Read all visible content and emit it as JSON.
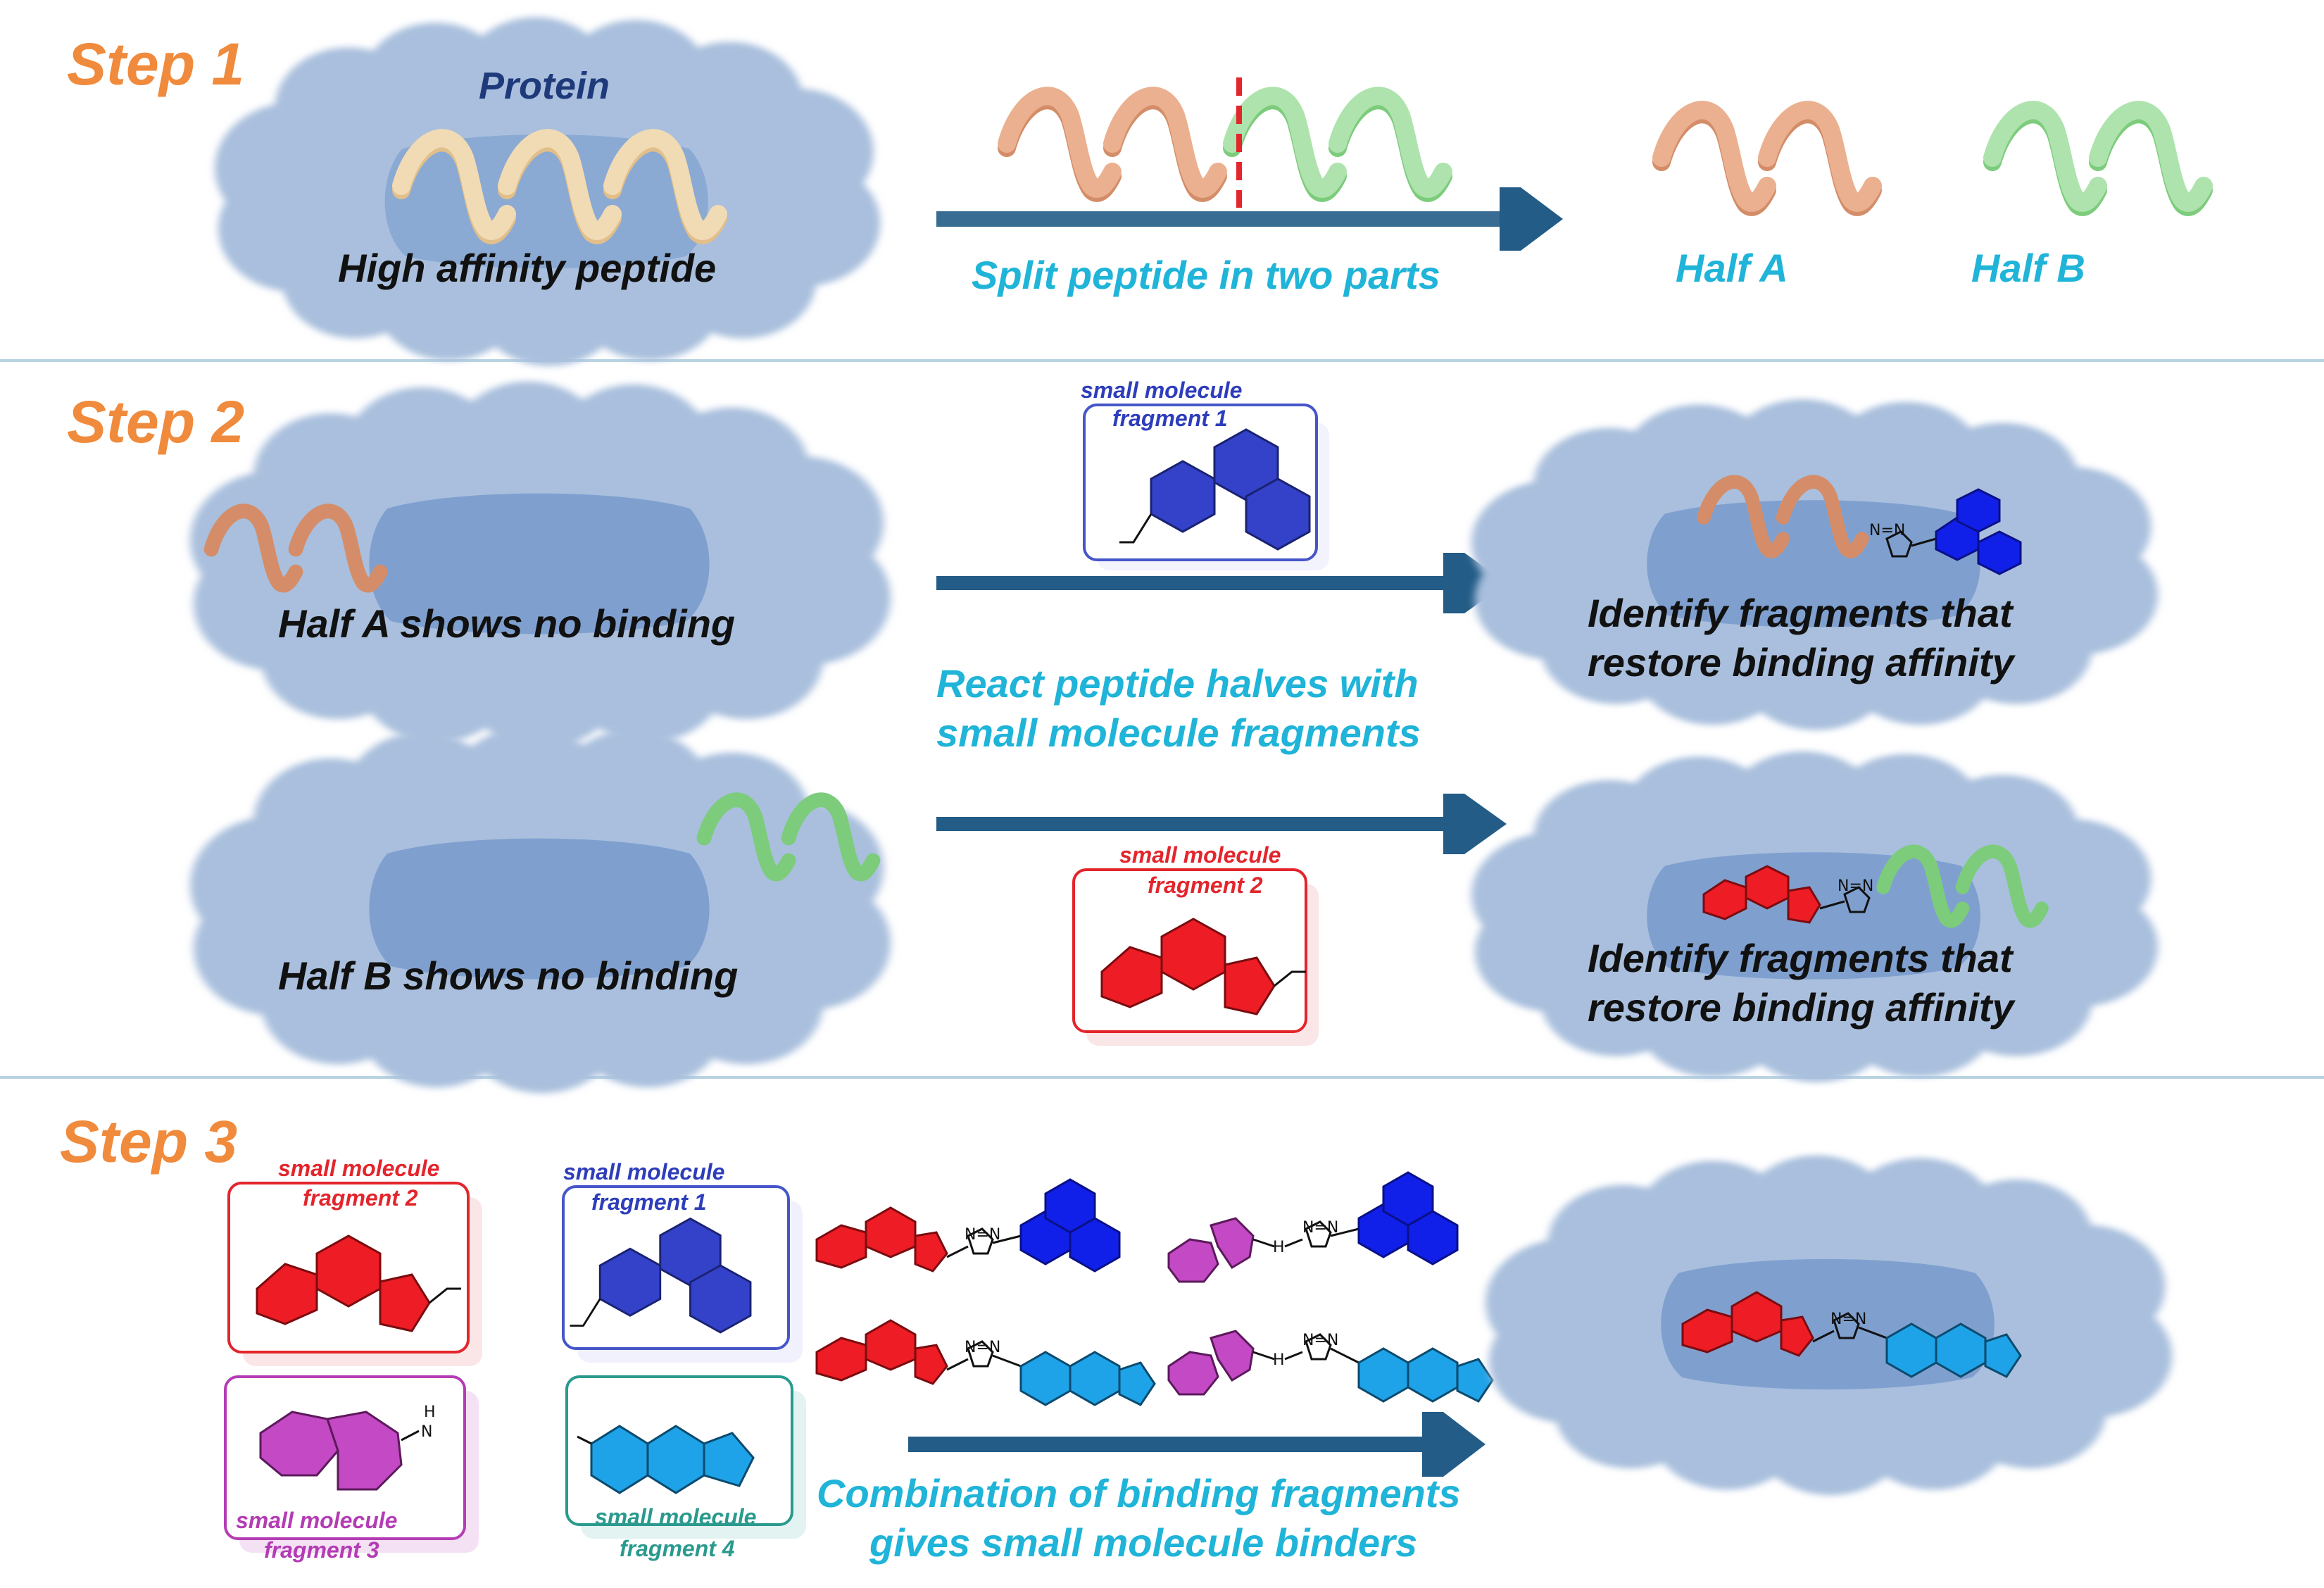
{
  "colors": {
    "step": "#f08a3c",
    "cloud": "#a9bfdd",
    "pocket": "#7fa0cf",
    "arrow": "#235c86",
    "cyan_text": "#1fb4d8",
    "divider": "#b9d3e3",
    "half_a": "#e7a37f",
    "half_b": "#9bd89a",
    "peptide_full": "#eccfa0",
    "frag1": "#3342c8",
    "frag2": "#ee1c24",
    "frag3": "#c449c4",
    "frag4": "#1ea3e8"
  },
  "step1": {
    "title": "Step 1",
    "protein_label": "Protein",
    "peptide_label": "High affinity peptide",
    "arrow_label": "Split peptide in two parts",
    "half_a_label": "Half A",
    "half_b_label": "Half B"
  },
  "step2": {
    "title": "Step 2",
    "half_a_text": "Half A shows no binding",
    "half_b_text": "Half B shows no binding",
    "center_line1": "React peptide halves with",
    "center_line2": "small molecule fragments",
    "frag1_line1": "small molecule",
    "frag1_line2": "fragment 1",
    "frag2_line1": "small molecule",
    "frag2_line2": "fragment 2",
    "result_line1": "Identify fragments that",
    "result_line2": "restore binding affinity"
  },
  "step3": {
    "title": "Step 3",
    "frag2_line1": "small molecule",
    "frag2_line2": "fragment 2",
    "frag1_line1": "small molecule",
    "frag1_line2": "fragment 1",
    "frag3_line1": "small molecule",
    "frag3_line2": "fragment 3",
    "frag4_line1": "small molecule",
    "frag4_line2": "fragment 4",
    "bottom_line1": "Combination of binding fragments",
    "bottom_line2": "gives small molecule binders"
  },
  "atoms": {
    "N": "N",
    "H": "H",
    "N_eq": "N=N"
  }
}
